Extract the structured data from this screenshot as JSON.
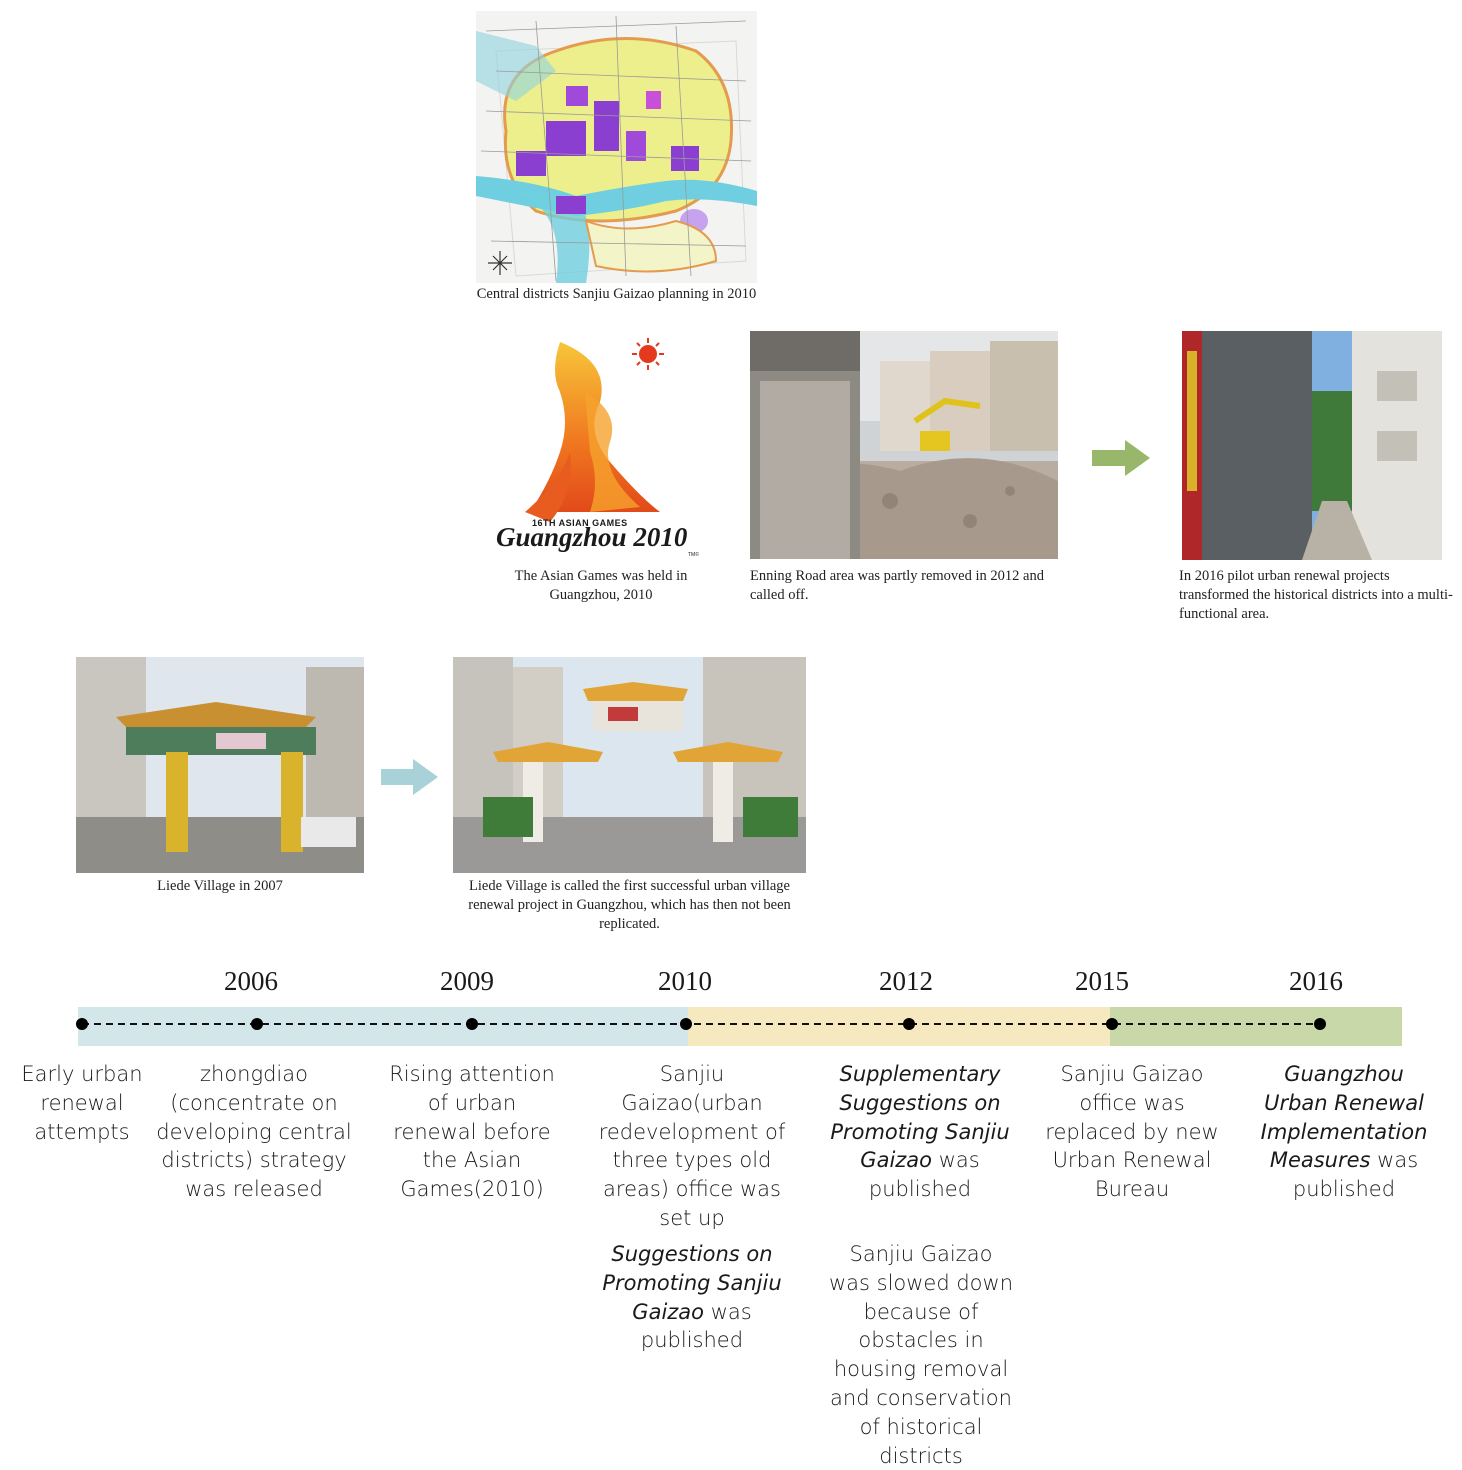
{
  "captions": {
    "map": "Central districts Sanjiu Gaizao planning in 2010",
    "asian_games": "The Asian Games was held in Guangzhou, 2010",
    "enning": "Enning Road area was partly removed in 2012 and called off.",
    "pilot_2016": "In 2016 pilot urban renewal projects transformed the historical districts into a multi-functional area.",
    "liede_2007": "Liede Village in 2007",
    "liede_success": "Liede Village is called the first successful urban village renewal project in Guangzhou, which has then not been replicated."
  },
  "logo": {
    "line1": "16TH ASIAN GAMES",
    "line2": "Guangzhou 2010",
    "mark": "TM©"
  },
  "years": [
    "2006",
    "2009",
    "2010",
    "2012",
    "2015",
    "2016"
  ],
  "timeline": {
    "band_colors": [
      "#d3e7ea",
      "#f7e9bf",
      "#c9d8a9"
    ],
    "arrow_colors": {
      "blue": "#a8d1d8",
      "green": "#98b76a"
    }
  },
  "descriptions": {
    "early": "Early urban renewal attempts",
    "y2006": "zhongdiao (concentrate on developing central districts) strategy was released",
    "y2009": "Rising attention of urban renewal before the Asian Games(2010)",
    "y2010a": "Sanjiu Gaizao(urban redevelopment of three types old areas) office was set up",
    "y2010b_italic": "Suggestions on Promoting Sanjiu Gaizao",
    "y2010b_rest": "was published",
    "y2012a_italic": "Supplementary Suggestions on Promoting Sanjiu Gaizao",
    "y2012a_rest": "was published",
    "y2012b": "Sanjiu Gaizao was slowed down because of obstacles in housing removal and conservation of historical districts",
    "y2015": "Sanjiu Gaizao office was replaced by new Urban Renewal Bureau",
    "y2016_italic": "Guangzhou Urban Renewal Implementation Measures",
    "y2016_rest": "was published"
  }
}
